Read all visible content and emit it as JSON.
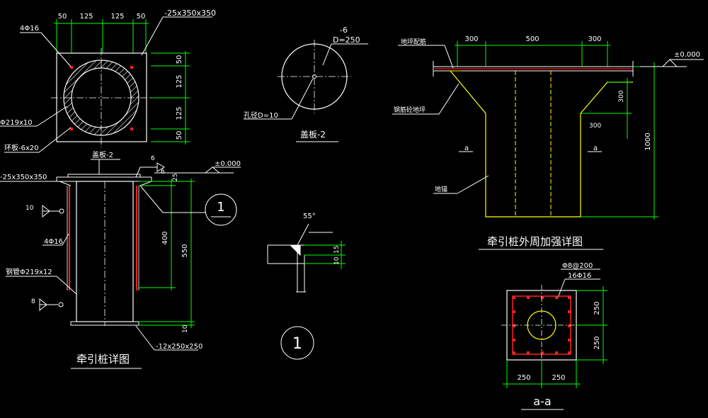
{
  "colors": {
    "background": "#000000",
    "white": "#ffffff",
    "green": "#00ff00",
    "yellow": "#ffff00",
    "red": "#ff2020",
    "gray": "#c8c8c8"
  },
  "pile_plan": {
    "dims_top": [
      "50",
      "125",
      "125",
      "50"
    ],
    "dims_right": [
      "50",
      "125",
      "125",
      "50"
    ],
    "plate_label": "-25x350x350",
    "rebar_label": "4Φ16",
    "pipe_label": "Φ219x10",
    "ring_plate_label": "环板-6x20"
  },
  "pile_section": {
    "cover_label": "盖板-2",
    "plate_label": "-25x350x350",
    "level_label": "±0.000",
    "weld_size_top": "6",
    "weld_size_mid": "6",
    "weld_left_10": "10",
    "weld_left_8": "8",
    "rebar_label": "4Φ16",
    "pipe_label": "钢管Φ219x12",
    "dim_400": "400",
    "dim_550": "550",
    "dim_10": "10",
    "dim_25": "25",
    "base_plate_label": "-12x250x250",
    "detail_callout": "1",
    "title": "牵引桩详图"
  },
  "cover_plate": {
    "thickness": "-6",
    "diameter": "D=250",
    "hole_label": "孔径D=10",
    "title": "盖板-2"
  },
  "weld_detail": {
    "angle": "55°",
    "dim_15": "15",
    "dim_10": "10",
    "callout": "1"
  },
  "reinforce": {
    "dims_top": [
      "300",
      "500",
      "300"
    ],
    "label_rebar": "地坪配筋",
    "label_concrete": "钢筋砼地坪",
    "label_anchor": "地锚",
    "section_mark": "a",
    "level_label": "±0.000",
    "dim_300a": "300",
    "dim_300b": "300",
    "dim_1000": "1000",
    "title": "牵引桩外周加强详图"
  },
  "section_aa": {
    "stirrup_label": "Φ8@200",
    "rebar_label": "16Φ16",
    "dim_250_right_top": "250",
    "dim_250_right_bottom": "250",
    "dim_250_bottom_left": "250",
    "dim_250_bottom_right": "250",
    "title": "a-a"
  }
}
